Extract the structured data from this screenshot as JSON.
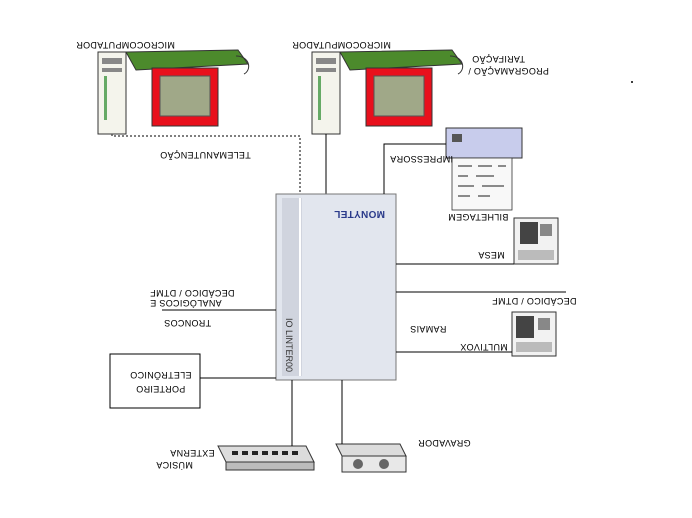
{
  "labels": {
    "micro_left": "MICROCOMPUTADOR",
    "micro_right": "MICROCOMPUTADOR",
    "tarifacao_1": "TARIFAÇÃO",
    "tarifacao_2": "PROGRAMAÇÃO /",
    "telemanutencao": "TELEMANUTENÇÃO",
    "impressora": "IMPRESSORA",
    "bilhetagem": "BILHETAGEM",
    "mesa": "MESA",
    "troncos_1": "DECÁDICO / DTMF",
    "troncos_2": "ANALÓGICOS E",
    "troncos_3": "TRONCOS",
    "ramais_1": "DECÁDICO / DTMF",
    "ramais_2": "RAMAIS",
    "multivox": "MULTIVOX",
    "porteiro_1": "PORTEIRO",
    "porteiro_2": "ELETRÔNICO",
    "musica_1": "EXTERNA",
    "musica_2": "MÚSICA",
    "gravador": "GRAVADOR",
    "brand": "MONYTEL",
    "model": "IO LINTER00"
  },
  "colors": {
    "monitor_red": "#e8101c",
    "screen_green": "#a0a888",
    "keyboard_green": "#4c8a2c",
    "pbx_body": "#e2e6ee",
    "brand_blue": "#2a3a8a"
  }
}
